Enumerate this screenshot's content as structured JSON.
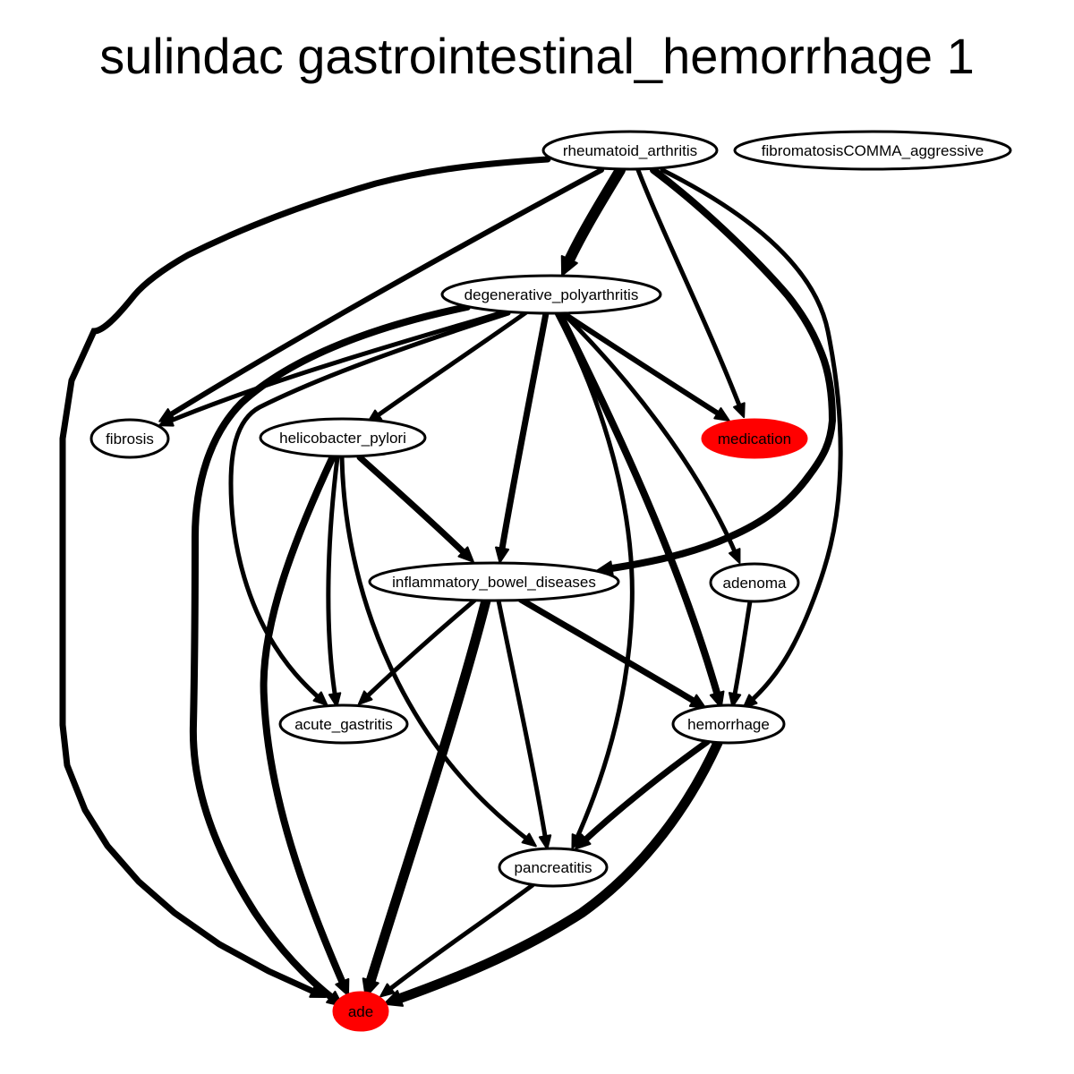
{
  "title": "sulindac gastrointestinal_hemorrhage 1",
  "nodes": [
    {
      "id": "rheumatoid_arthritis",
      "label": "rheumatoid_arthritis",
      "color": "#ffffff"
    },
    {
      "id": "fibromatosis_aggressive",
      "label": "fibromatosisCOMMA_aggressive",
      "color": "#ffffff"
    },
    {
      "id": "degenerative_polyarthritis",
      "label": "degenerative_polyarthritis",
      "color": "#ffffff"
    },
    {
      "id": "fibrosis",
      "label": "fibrosis",
      "color": "#ffffff"
    },
    {
      "id": "helicobacter_pylori",
      "label": "helicobacter_pylori",
      "color": "#ffffff"
    },
    {
      "id": "medication",
      "label": "medication",
      "color": "#ff0000"
    },
    {
      "id": "inflammatory_bowel_diseases",
      "label": "inflammatory_bowel_diseases",
      "color": "#ffffff"
    },
    {
      "id": "adenoma",
      "label": "adenoma",
      "color": "#ffffff"
    },
    {
      "id": "acute_gastritis",
      "label": "acute_gastritis",
      "color": "#ffffff"
    },
    {
      "id": "hemorrhage",
      "label": "hemorrhage",
      "color": "#ffffff"
    },
    {
      "id": "pancreatitis",
      "label": "pancreatitis",
      "color": "#ffffff"
    },
    {
      "id": "ade",
      "label": "ade",
      "color": "#ff0000"
    }
  ],
  "edges": [
    {
      "from": "rheumatoid_arthritis",
      "to": "ade",
      "weight": 5
    },
    {
      "from": "rheumatoid_arthritis",
      "to": "fibrosis",
      "weight": 4
    },
    {
      "from": "rheumatoid_arthritis",
      "to": "degenerative_polyarthritis",
      "weight": 10
    },
    {
      "from": "rheumatoid_arthritis",
      "to": "medication",
      "weight": 3
    },
    {
      "from": "rheumatoid_arthritis",
      "to": "inflammatory_bowel_diseases",
      "weight": 6
    },
    {
      "from": "rheumatoid_arthritis",
      "to": "hemorrhage",
      "weight": 3
    },
    {
      "from": "degenerative_polyarthritis",
      "to": "fibrosis",
      "weight": 3
    },
    {
      "from": "degenerative_polyarthritis",
      "to": "helicobacter_pylori",
      "weight": 3
    },
    {
      "from": "degenerative_polyarthritis",
      "to": "ade",
      "weight": 6
    },
    {
      "from": "degenerative_polyarthritis",
      "to": "acute_gastritis",
      "weight": 3
    },
    {
      "from": "degenerative_polyarthritis",
      "to": "inflammatory_bowel_diseases",
      "weight": 5
    },
    {
      "from": "degenerative_polyarthritis",
      "to": "medication",
      "weight": 4
    },
    {
      "from": "degenerative_polyarthritis",
      "to": "adenoma",
      "weight": 3
    },
    {
      "from": "degenerative_polyarthritis",
      "to": "hemorrhage",
      "weight": 6
    },
    {
      "from": "degenerative_polyarthritis",
      "to": "pancreatitis",
      "weight": 3
    },
    {
      "from": "helicobacter_pylori",
      "to": "inflammatory_bowel_diseases",
      "weight": 5
    },
    {
      "from": "helicobacter_pylori",
      "to": "ade",
      "weight": 6
    },
    {
      "from": "helicobacter_pylori",
      "to": "acute_gastritis",
      "weight": 3
    },
    {
      "from": "helicobacter_pylori",
      "to": "pancreatitis",
      "weight": 3
    },
    {
      "from": "inflammatory_bowel_diseases",
      "to": "acute_gastritis",
      "weight": 3
    },
    {
      "from": "inflammatory_bowel_diseases",
      "to": "ade",
      "weight": 9
    },
    {
      "from": "inflammatory_bowel_diseases",
      "to": "pancreatitis",
      "weight": 3
    },
    {
      "from": "inflammatory_bowel_diseases",
      "to": "hemorrhage",
      "weight": 5
    },
    {
      "from": "adenoma",
      "to": "hemorrhage",
      "weight": 3
    },
    {
      "from": "hemorrhage",
      "to": "pancreatitis",
      "weight": 5
    },
    {
      "from": "hemorrhage",
      "to": "ade",
      "weight": 9
    },
    {
      "from": "pancreatitis",
      "to": "ade",
      "weight": 3
    }
  ]
}
